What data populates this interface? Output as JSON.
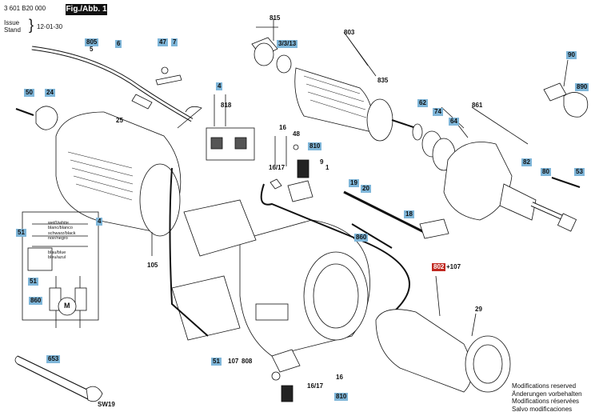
{
  "header": {
    "part_number": "3 601 B20 000",
    "issue_label": "Issue",
    "stand_label": "Stand",
    "date": "12-01-30",
    "figure_label": "Fig./Abb. 1"
  },
  "notes": [
    "Modifications reserved",
    "Änderungen vorbehalten",
    "Modifications réservées",
    "Salvo modificaciones"
  ],
  "part_labels": [
    "815",
    "803",
    "805",
    "5",
    "6",
    "47",
    "7",
    "3/3/13",
    "835",
    "90",
    "890",
    "50",
    "24",
    "4",
    "818",
    "62",
    "861",
    "74",
    "64",
    "25",
    "16",
    "48",
    "810",
    "9",
    "16/17",
    "1",
    "82",
    "80",
    "53",
    "19",
    "20",
    "18",
    "4",
    "51",
    "860",
    "860",
    "802",
    "+107",
    "105",
    "51",
    "860",
    "29",
    "51",
    "107",
    "808",
    "16",
    "16/17",
    "810",
    "653",
    "SW19"
  ],
  "highlighted_labels": [
    "805",
    "6",
    "47",
    "7",
    "3/3/13",
    "90",
    "890",
    "50",
    "24",
    "62",
    "74",
    "64",
    "82",
    "80",
    "53",
    "19",
    "20",
    "18",
    "4",
    "51",
    "51",
    "860",
    "802",
    "653",
    "810",
    "810"
  ],
  "wire_colors": [
    "weiß/white",
    "blanc/blanco",
    "schwarz/black",
    "noir/negro",
    "blau/blue",
    "bleu/azul"
  ],
  "motor_symbol": "M",
  "colors": {
    "label_highlight": "#7fb6d9",
    "label_red": "#c0281f",
    "line": "#111111"
  }
}
